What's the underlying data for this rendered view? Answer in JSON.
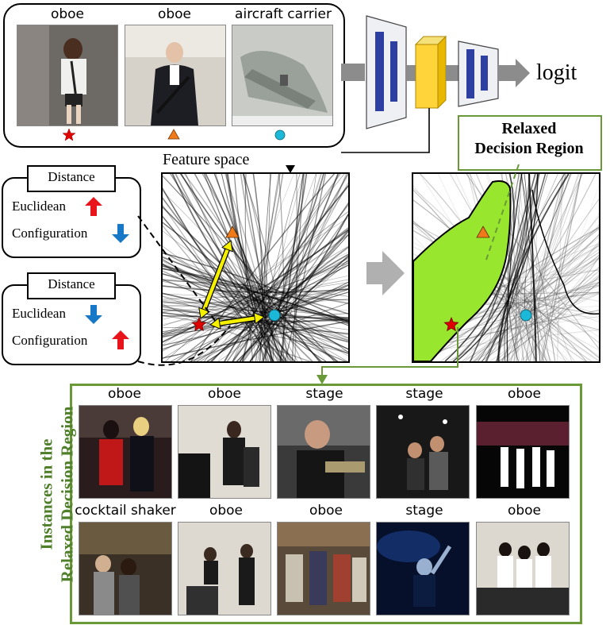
{
  "top_examples": [
    {
      "label": "oboe",
      "marker": "star",
      "marker_color": "#e00000"
    },
    {
      "label": "oboe",
      "marker": "triangle",
      "marker_color": "#f07a1a"
    },
    {
      "label": "aircraft carrier",
      "marker": "circle",
      "marker_color": "#1cb8d8"
    }
  ],
  "network": {
    "output_label": "logit",
    "block_color": "#2d3fa0",
    "feature_color": "#ffd33a"
  },
  "feature_space": {
    "title": "Feature space"
  },
  "relaxed_region": {
    "title_line1": "Relaxed",
    "title_line2": "Decision Region",
    "fill_color": "#99e62e",
    "border_color": "#6a9a38"
  },
  "distance_boxes": [
    {
      "title": "Distance",
      "rows": [
        {
          "label": "Euclidean",
          "direction": "up"
        },
        {
          "label": "Configuration",
          "direction": "down"
        }
      ]
    },
    {
      "title": "Distance",
      "rows": [
        {
          "label": "Euclidean",
          "direction": "down"
        },
        {
          "label": "Configuration",
          "direction": "up"
        }
      ]
    }
  ],
  "instances": {
    "side_title_line1": "Instances in the",
    "side_title_line2": "Relaxed Decision Region",
    "row1": [
      "oboe",
      "oboe",
      "stage",
      "stage",
      "oboe"
    ],
    "row2": [
      "cocktail shaker",
      "oboe",
      "oboe",
      "stage",
      "oboe"
    ]
  },
  "colors": {
    "arrow_up": "#e8141c",
    "arrow_down": "#1878c8",
    "highlight_arrow": "#f5f000",
    "green_border": "#6a9a38"
  }
}
